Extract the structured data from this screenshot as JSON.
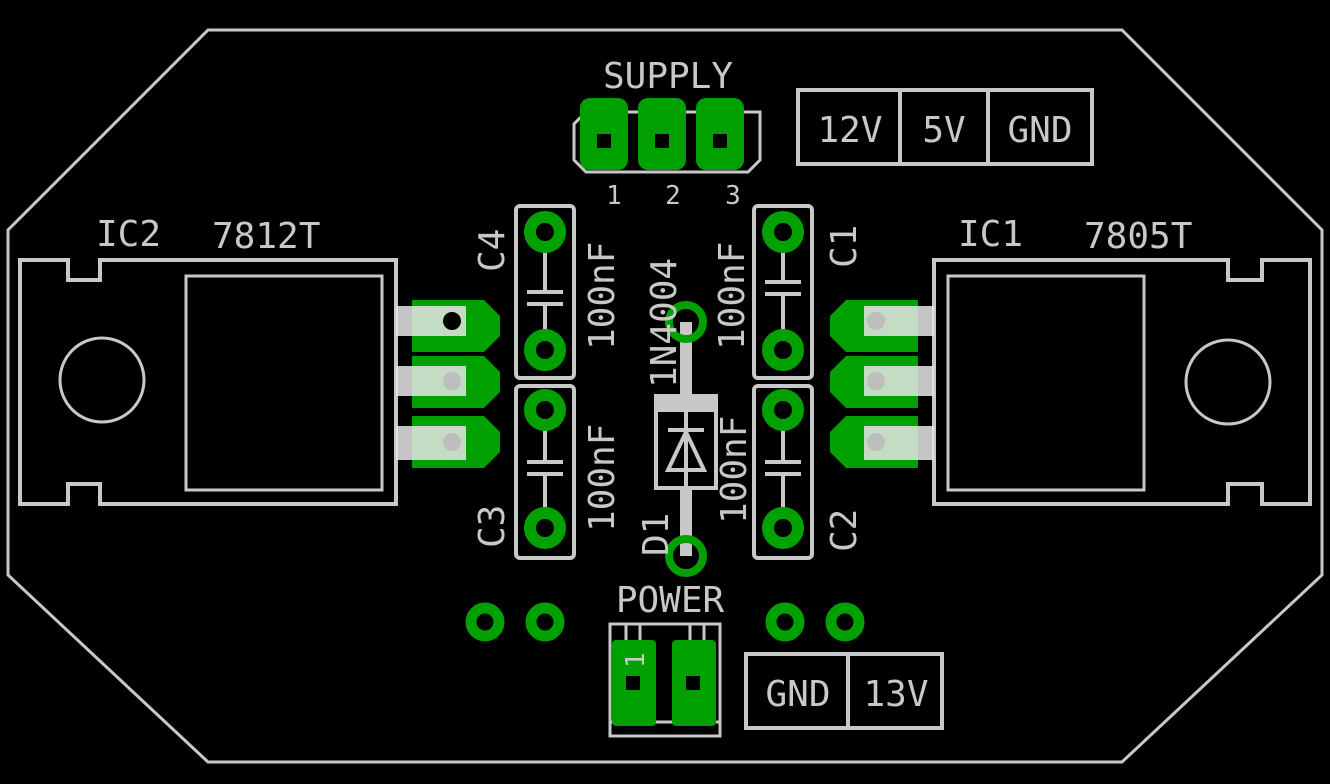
{
  "board": {
    "colors": {
      "background": "#000000",
      "silkscreen": "#c8c8c8",
      "copper": "#00a000"
    }
  },
  "labels": {
    "supply": "SUPPLY",
    "supply_pin1": "1",
    "supply_pin2": "2",
    "supply_pin3": "3",
    "power": "POWER",
    "power_pin1": "1",
    "ic2_ref": "IC2",
    "ic2_value": "7812T",
    "ic1_ref": "IC1",
    "ic1_value": "7805T",
    "c4_ref": "C4",
    "c4_value": "100nF",
    "c3_ref": "C3",
    "c3_value": "100nF",
    "c1_ref": "C1",
    "c1_value": "100nF",
    "c2_ref": "C2",
    "c2_value": "100nF",
    "d1_ref": "D1",
    "d1_value": "1N4004"
  },
  "supply_box": [
    "12V",
    "5V",
    "GND"
  ],
  "power_box": [
    "GND",
    "13V"
  ]
}
